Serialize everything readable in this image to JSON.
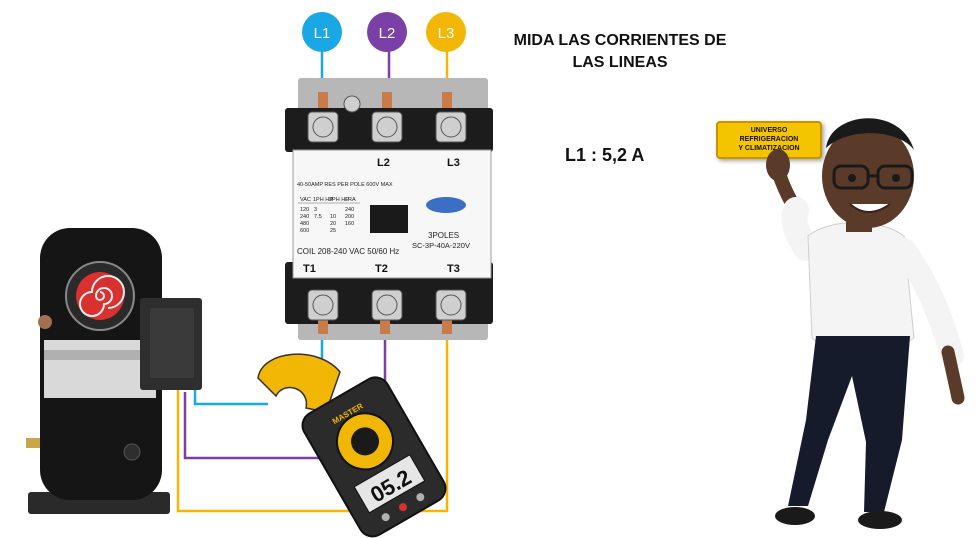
{
  "title": {
    "line1": "MIDA LAS CORRIENTES DE",
    "line2": "LAS  LINEAS"
  },
  "reading": "L1 : 5,2 A",
  "badge": {
    "line1": "UNIVERSO",
    "line2": "REFRIGERACION",
    "line3": "Y CLIMATIZACION"
  },
  "lines": [
    {
      "label": "L1",
      "color": "#1aa7e6"
    },
    {
      "label": "L2",
      "color": "#7b3fa8"
    },
    {
      "label": "L3",
      "color": "#f2b705"
    }
  ],
  "contactor": {
    "top_labels": [
      "L2",
      "L3"
    ],
    "bottom_labels": [
      "T1",
      "T2",
      "T3"
    ],
    "rating": "40-50AMP  RES  PER  POLE 600V  MAX",
    "table_headers": [
      "VAC",
      "1PH HP",
      "3PH HP",
      "LRA"
    ],
    "table_rows": [
      [
        "120",
        "3",
        "",
        "240"
      ],
      [
        "240",
        "7.5",
        "10",
        "200"
      ],
      [
        "480",
        "",
        "20",
        "160"
      ],
      [
        "600",
        "",
        "25",
        ""
      ]
    ],
    "poles": "3POLES",
    "model": "SC-3P-40A-220V",
    "coil": "COIL 208-240 VAC 50/60 Hz"
  },
  "meter": {
    "display": "05.2",
    "brand": "MASTER"
  }
}
